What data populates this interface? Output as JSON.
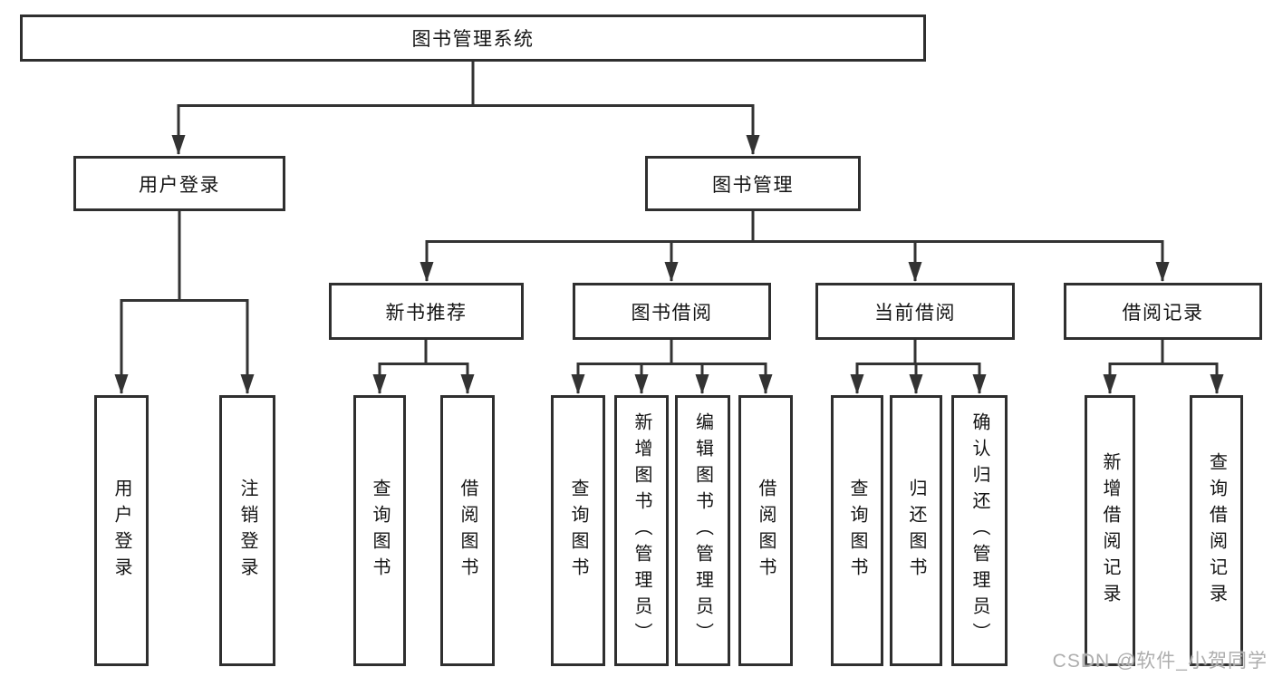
{
  "diagram": {
    "title": "图书管理系统",
    "line_color": "#333333",
    "box_border_color": "#2f2f2f",
    "background_color": "#ffffff",
    "watermark": "CSDN @软件_小贺同学",
    "nodes": {
      "root": {
        "label": "图书管理系统"
      },
      "user_login": {
        "label": "用户登录"
      },
      "book_mgmt": {
        "label": "图书管理"
      },
      "new_book_rec": {
        "label": "新书推荐"
      },
      "book_borrow": {
        "label": "图书借阅"
      },
      "current_borrow": {
        "label": "当前借阅"
      },
      "borrow_records": {
        "label": "借阅记录"
      },
      "ul_login": {
        "label": "用户登录"
      },
      "ul_logout": {
        "label": "注销登录"
      },
      "nb_query": {
        "label": "查询图书"
      },
      "nb_borrow": {
        "label": "借阅图书"
      },
      "bb_query": {
        "label": "查询图书"
      },
      "bb_add": {
        "label": "新增图书（管理员）"
      },
      "bb_edit": {
        "label": "编辑图书（管理员）"
      },
      "bb_borrow": {
        "label": "借阅图书"
      },
      "cb_query": {
        "label": "查询图书"
      },
      "cb_return": {
        "label": "归还图书"
      },
      "cb_confirm": {
        "label": "确认归还（管理员）"
      },
      "br_add": {
        "label": "新增借阅记录"
      },
      "br_query": {
        "label": "查询借阅记录"
      }
    },
    "tree": {
      "图书管理系统": {
        "用户登录": [
          "用户登录",
          "注销登录"
        ],
        "图书管理": {
          "新书推荐": [
            "查询图书",
            "借阅图书"
          ],
          "图书借阅": [
            "查询图书",
            "新增图书（管理员）",
            "编辑图书（管理员）",
            "借阅图书"
          ],
          "当前借阅": [
            "查询图书",
            "归还图书",
            "确认归还（管理员）"
          ],
          "借阅记录": [
            "新增借阅记录",
            "查询借阅记录"
          ]
        }
      }
    }
  }
}
